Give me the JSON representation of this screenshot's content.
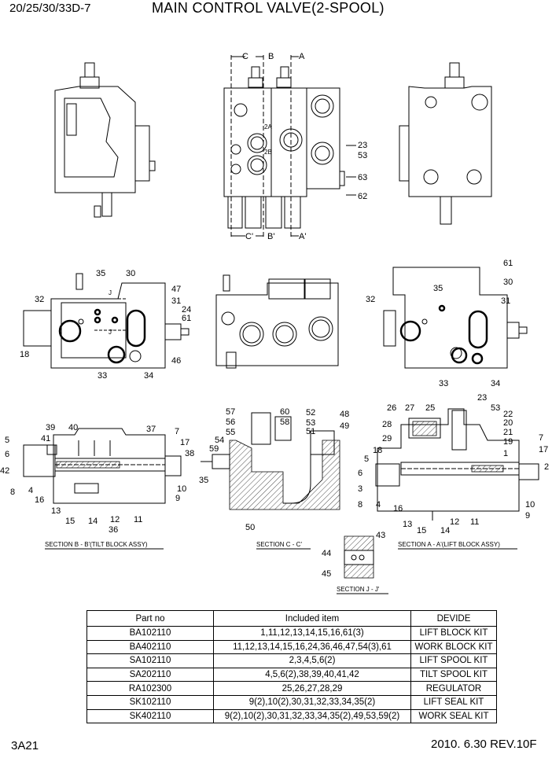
{
  "header": {
    "model": "20/25/30/33D-7",
    "title": "MAIN CONTROL VALVE(2-SPOOL)"
  },
  "diagram": {
    "view_markers": [
      "C",
      "B",
      "A",
      "C'",
      "B'",
      "A'"
    ],
    "port_labels": [
      "2A",
      "2B"
    ],
    "section_marks": [
      "J",
      "J'"
    ],
    "sections": [
      "SECTION B - B'(TILT BLOCK ASSY)",
      "SECTION C - C'",
      "SECTION A - A'(LIFT BLOCK ASSY)",
      "SECTION J - J'"
    ]
  },
  "parts_table": {
    "headers": [
      "Part no",
      "Included item",
      "DEVIDE"
    ],
    "rows": [
      [
        "BA102110",
        "1,11,12,13,14,15,16,61(3)",
        "LIFT BLOCK KIT"
      ],
      [
        "BA402110",
        "11,12,13,14,15,16,24,36,46,47,54(3),61",
        "WORK BLOCK KIT"
      ],
      [
        "SA102110",
        "2,3,4,5,6(2)",
        "LIFT SPOOL KIT"
      ],
      [
        "SA202110",
        "4,5,6(2),38,39,40,41,42",
        "TILT SPOOL KIT"
      ],
      [
        "RA102300",
        "25,26,27,28,29",
        "REGULATOR"
      ],
      [
        "SK102110",
        "9(2),10(2),30,31,32,33,34,35(2)",
        "LIFT SEAL KIT"
      ],
      [
        "SK402110",
        "9(2),10(2),30,31,32,33,34,35(2),49,53,59(2)",
        "WORK SEAL KIT"
      ]
    ]
  },
  "footer": {
    "page": "3A21",
    "date_rev": "2010. 6.30  REV.10F"
  },
  "callouts": {
    "top": [
      "23",
      "53",
      "63",
      "62"
    ],
    "mid_left": [
      "35",
      "30",
      "32",
      "47",
      "31",
      "24",
      "61",
      "18",
      "46",
      "33",
      "34"
    ],
    "mid_right": [
      "61",
      "30",
      "35",
      "32",
      "31",
      "33",
      "34"
    ],
    "sec_b": [
      "39",
      "40",
      "37",
      "5",
      "41",
      "6",
      "42",
      "8",
      "4",
      "16",
      "13",
      "15",
      "14",
      "12",
      "36",
      "11",
      "7",
      "17",
      "38",
      "10",
      "9"
    ],
    "sec_c": [
      "57",
      "56",
      "55",
      "54",
      "59",
      "35",
      "60",
      "58",
      "52",
      "53",
      "51",
      "48",
      "49",
      "50"
    ],
    "sec_a": [
      "26",
      "27",
      "25",
      "23",
      "53",
      "22",
      "20",
      "21",
      "19",
      "1",
      "28",
      "29",
      "18",
      "5",
      "6",
      "3",
      "8",
      "4",
      "16",
      "13",
      "15",
      "14",
      "12",
      "11",
      "7",
      "17",
      "2",
      "10",
      "9"
    ],
    "sec_j": [
      "43",
      "44",
      "45"
    ]
  }
}
